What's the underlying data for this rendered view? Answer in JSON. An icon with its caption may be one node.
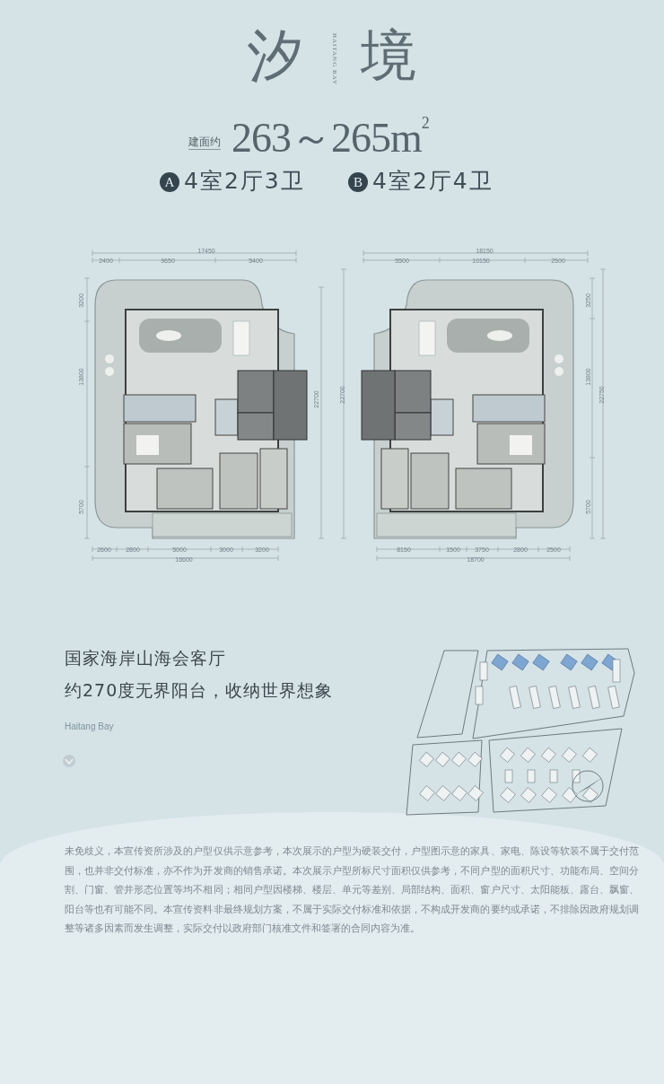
{
  "diagram": {
    "title": "汐境",
    "nodes": [
      {
        "text": [
          "A"
        ]
      },
      {
        "text": [
          "B"
        ]
      }
    ],
    "labels": [
      "HAITANG BAY",
      "建面约",
      "263～265m$^{2}$",
      "4室2厅3卫",
      "4室2厅4卫",
      "17450",
      "2400",
      "9650",
      "5400",
      "3200",
      "13800",
      "5700",
      "22700",
      "2600",
      "2800",
      "5000",
      "3000",
      "3200",
      "16600",
      "18150",
      "5500",
      "10150",
      "2500",
      "22700",
      "3250",
      "13800",
      "5700",
      "22750",
      "8150",
      "1500",
      "3750",
      "2800",
      "2500",
      "18700",
      "国家海岸山海会客厅",
      "约270度无界阳台，收纳世界想象",
      "Haitang Bay",
      "未免歧义，本宣传资所涉及的户型仅供示意参考，本次展示的户型为硬装交付，户型图示意的家具、家电、陈设等软装不属于交付范围，也并非交付标准，亦不作为开发商的销售承诺。本次展示户型所标尺寸面积仅供参考，不同户型的面积尺寸、功能布局、空间分割、门窗、管井形态位置等均不相同；相同户型因楼梯、楼层、单元等差别、局部结构、面积、窗户尺寸、太阳能板、露台、飘窗、阳台等也有可能不同。本宣传资料非最终规划方案，不属于实际交付标准和依据，不构成开发商的要约或承诺，不排除因政府规划调整等诸多因素而发生调整，实际交付以政府部门核准文件和签署的合同内容为准。"
    ]
  }
}
